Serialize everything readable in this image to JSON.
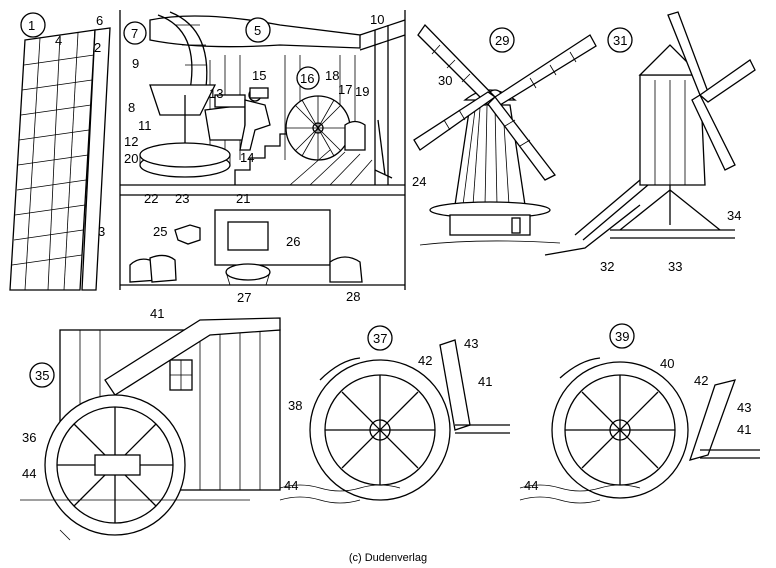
{
  "credit": "(c) Dudenverlag",
  "panels": [
    {
      "id": "p1",
      "title_number": "1"
    },
    {
      "id": "p29",
      "title_number": "29"
    },
    {
      "id": "p31",
      "title_number": "31"
    },
    {
      "id": "p35",
      "title_number": "35"
    },
    {
      "id": "p37",
      "title_number": "37"
    },
    {
      "id": "p39",
      "title_number": "39"
    }
  ],
  "labels": {
    "n1": "1",
    "n2": "2",
    "n3": "3",
    "n4": "4",
    "n5": "5",
    "n6": "6",
    "n7": "7",
    "n8": "8",
    "n9": "9",
    "n10": "10",
    "n11": "11",
    "n12": "12",
    "n13": "13",
    "n14": "14",
    "n15": "15",
    "n16": "16",
    "n17": "17",
    "n18": "18",
    "n19": "19",
    "n20": "20",
    "n21": "21",
    "n22": "22",
    "n23": "23",
    "n24": "24",
    "n25": "25",
    "n26": "26",
    "n27": "27",
    "n28": "28",
    "n29": "29",
    "n30": "30",
    "n31": "31",
    "n32": "32",
    "n33": "33",
    "n34": "34",
    "n35": "35",
    "n36": "36",
    "n41a": "41",
    "n44a": "44",
    "n37": "37",
    "n38": "38",
    "n42a": "42",
    "n43a": "43",
    "n41b": "41",
    "n44b": "44",
    "n39": "39",
    "n40": "40",
    "n42b": "42",
    "n43b": "43",
    "n41c": "41",
    "n44c": "44"
  }
}
